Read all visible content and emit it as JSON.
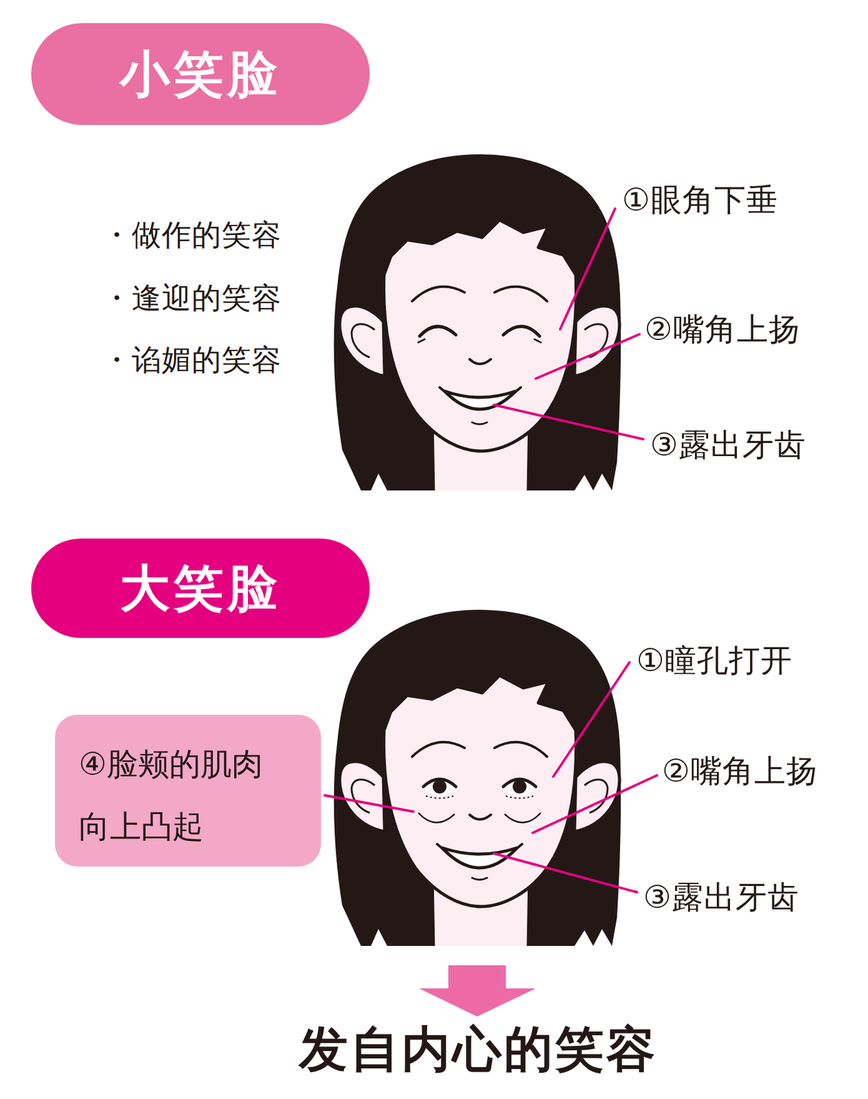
{
  "diagram": {
    "nodes": [
      {
        "text": [
          "小笑脸"
        ]
      },
      {
        "text": [
          "大笑脸"
        ]
      },
      {
        "text": [
          "④脸颊的肌肉向上凸起"
        ]
      }
    ],
    "labels": [
      "・做作的笑容",
      "・逢迎的笑容",
      "・谄媚的笑容",
      "①眼角下垂",
      "②嘴角上扬",
      "③露出牙齿",
      "①瞳孔打开",
      "②嘴角上扬",
      "③露出牙齿",
      "发自内心的笑容"
    ]
  }
}
